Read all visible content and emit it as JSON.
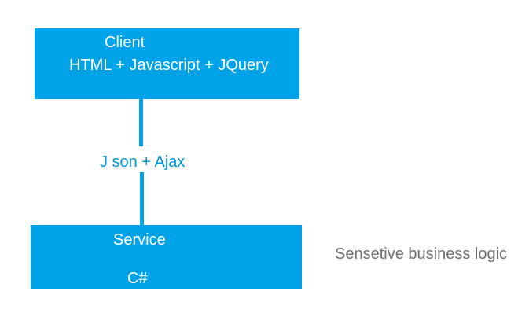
{
  "client": {
    "title": "Client",
    "subtitle": "HTML + Javascript + JQuery"
  },
  "connector": {
    "label": "J son + Ajax"
  },
  "service": {
    "title": "Service",
    "subtitle": "C#"
  },
  "note": {
    "text": "Sensetive business logic"
  },
  "colors": {
    "box_fill": "#00a2e8",
    "connector_text": "#0094d8",
    "box_text": "#ffffff",
    "note_text": "#6f6f6f"
  }
}
